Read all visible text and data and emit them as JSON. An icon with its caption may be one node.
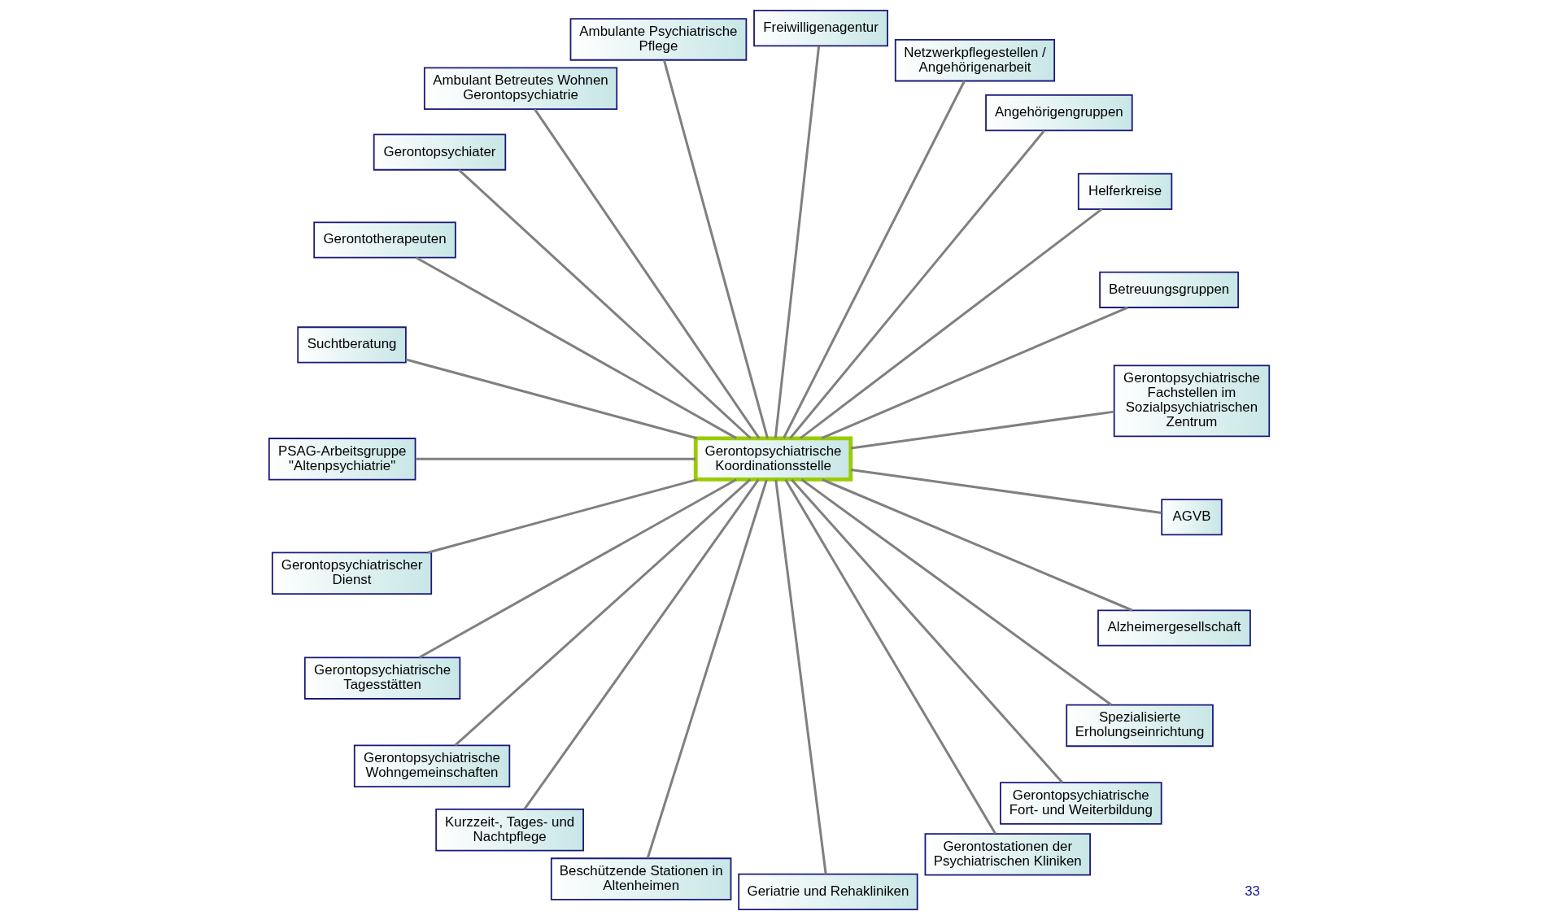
{
  "diagram": {
    "nodes": [
      {
        "text": [
          "Gerontopsychiatrische Koordinationsstelle"
        ]
      },
      {
        "text": [
          "Gerontopsychiatrische Fachstellen im Sozialpsychiatrischen Zentrum"
        ]
      },
      {
        "text": [
          "Betreuungsgruppen"
        ]
      },
      {
        "text": [
          "Helferkreise"
        ]
      },
      {
        "text": [
          "Angehörigengruppen"
        ]
      },
      {
        "text": [
          "Netzwerkpflegestellen / Angehörigenarbeit"
        ]
      },
      {
        "text": [
          "Freiwilligenagentur"
        ]
      },
      {
        "text": [
          "Ambulante Psychiatrische Pflege"
        ]
      },
      {
        "text": [
          "Ambulant Betreutes Wohnen Gerontopsychiatrie"
        ]
      },
      {
        "text": [
          "Gerontopsychiater"
        ]
      },
      {
        "text": [
          "Gerontotherapeuten"
        ]
      },
      {
        "text": [
          "Suchtberatung"
        ]
      },
      {
        "text": [
          "PSAG-Arbeitsgruppe \"Altenpsychiatrie\""
        ]
      },
      {
        "text": [
          "Gerontopsychiatrischer Dienst"
        ]
      },
      {
        "text": [
          "Gerontopsychiatrische Tagesstätten"
        ]
      },
      {
        "text": [
          "Gerontopsychiatrische Wohngemeinschaften"
        ]
      },
      {
        "text": [
          "Kurzzeit-, Tages- und Nachtpflege"
        ]
      },
      {
        "text": [
          "Beschützende Stationen in Altenheimen"
        ]
      },
      {
        "text": [
          "Geriatrie und Rehakliniken"
        ]
      },
      {
        "text": [
          "Gerontostationen der Psychiatrischen Kliniken"
        ]
      },
      {
        "text": [
          "Gerontopsychiatrische Fort- und Weiterbildung"
        ]
      },
      {
        "text": [
          "Spezialisierte Erholungseinrichtung"
        ]
      },
      {
        "text": [
          "Alzheimergesellschaft"
        ]
      },
      {
        "text": [
          "AGVB"
        ]
      }
    ],
    "edges": [
      {
        "from": 0,
        "to": 1,
        "arrow": "none"
      },
      {
        "from": 0,
        "to": 2,
        "arrow": "none"
      },
      {
        "from": 0,
        "to": 3,
        "arrow": "none"
      },
      {
        "from": 0,
        "to": 4,
        "arrow": "none"
      },
      {
        "from": 0,
        "to": 5,
        "arrow": "none"
      },
      {
        "from": 0,
        "to": 6,
        "arrow": "none"
      },
      {
        "from": 0,
        "to": 7,
        "arrow": "none"
      },
      {
        "from": 0,
        "to": 8,
        "arrow": "none"
      },
      {
        "from": 0,
        "to": 9,
        "arrow": "none"
      },
      {
        "from": 0,
        "to": 10,
        "arrow": "none"
      },
      {
        "from": 0,
        "to": 11,
        "arrow": "none"
      },
      {
        "from": 0,
        "to": 12,
        "arrow": "none"
      },
      {
        "from": 0,
        "to": 13,
        "arrow": "none"
      },
      {
        "from": 0,
        "to": 14,
        "arrow": "none"
      },
      {
        "from": 0,
        "to": 15,
        "arrow": "none"
      },
      {
        "from": 0,
        "to": 16,
        "arrow": "none"
      },
      {
        "from": 0,
        "to": 17,
        "arrow": "none"
      },
      {
        "from": 0,
        "to": 18,
        "arrow": "none"
      },
      {
        "from": 0,
        "to": 19,
        "arrow": "none"
      },
      {
        "from": 0,
        "to": 20,
        "arrow": "none"
      },
      {
        "from": 0,
        "to": 21,
        "arrow": "none"
      },
      {
        "from": 0,
        "to": 22,
        "arrow": "none"
      },
      {
        "from": 0,
        "to": 23,
        "arrow": "none"
      }
    ],
    "labels": [
      "33"
    ]
  }
}
